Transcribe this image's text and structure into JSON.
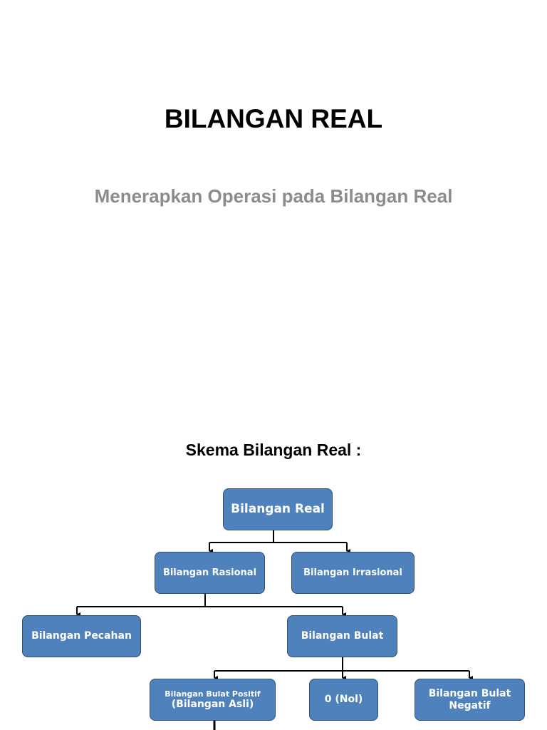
{
  "slide": {
    "title": "BILANGAN REAL",
    "subtitle": "Menerapkan Operasi pada Bilangan Real"
  },
  "scheme": {
    "title": "Skema Bilangan Real :",
    "nodes": {
      "real": "Bilangan Real",
      "rasional": "Bilangan Rasional",
      "irrasional": "Bilangan Irrasional",
      "pecahan": "Bilangan Pecahan",
      "bulat": "Bilangan Bulat",
      "positif_line1": "Bilangan Bulat Positif",
      "positif_line2": "(Bilangan Asli)",
      "nol": "0 (Nol)",
      "negatif_line1": "Bilangan Bulat",
      "negatif_line2": "Negatif"
    }
  },
  "colors": {
    "node_fill": "#4f81bd",
    "node_border": "#2f4f74",
    "subtitle": "#8c8c8c"
  }
}
